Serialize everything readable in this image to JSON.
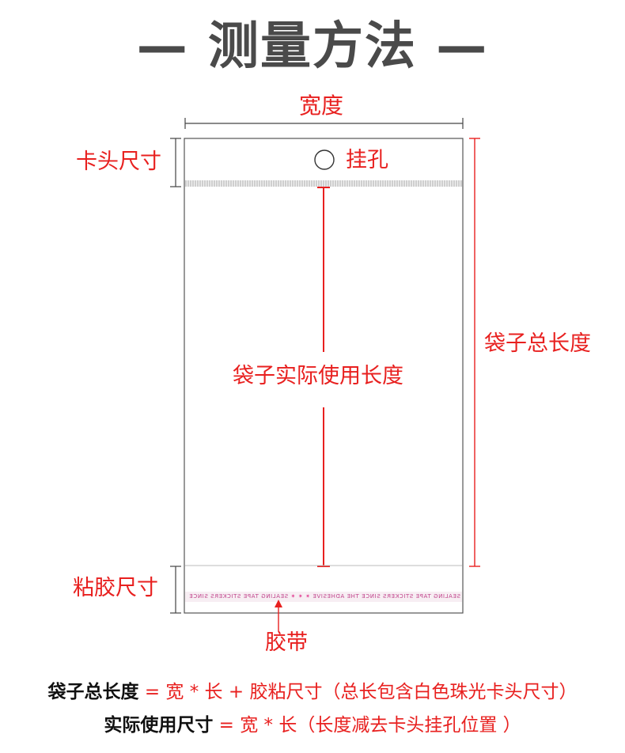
{
  "title": "— 测量方法 —",
  "labels": {
    "width": "宽度",
    "header_size": "卡头尺寸",
    "hang_hole": "挂孔",
    "actual_length": "袋子实际使用长度",
    "total_length": "袋子总长度",
    "glue_size": "粘胶尺寸",
    "tape": "胶带",
    "tape_print": "SEALING TAPE STICKERS SINCE THE ADHESIVE"
  },
  "formulas": [
    {
      "term": "袋子总长度",
      "expr": " = 宽 * 长 + 胶粘尺寸（总长包含白色珠光卡头尺寸）"
    },
    {
      "term": "实际使用尺寸",
      "expr": " = 宽 * 长（长度减去卡头挂孔位置 ）"
    }
  ],
  "colors": {
    "accent_red": "#e8201f",
    "title_gray": "#4a4a4a",
    "outline": "#555555"
  }
}
